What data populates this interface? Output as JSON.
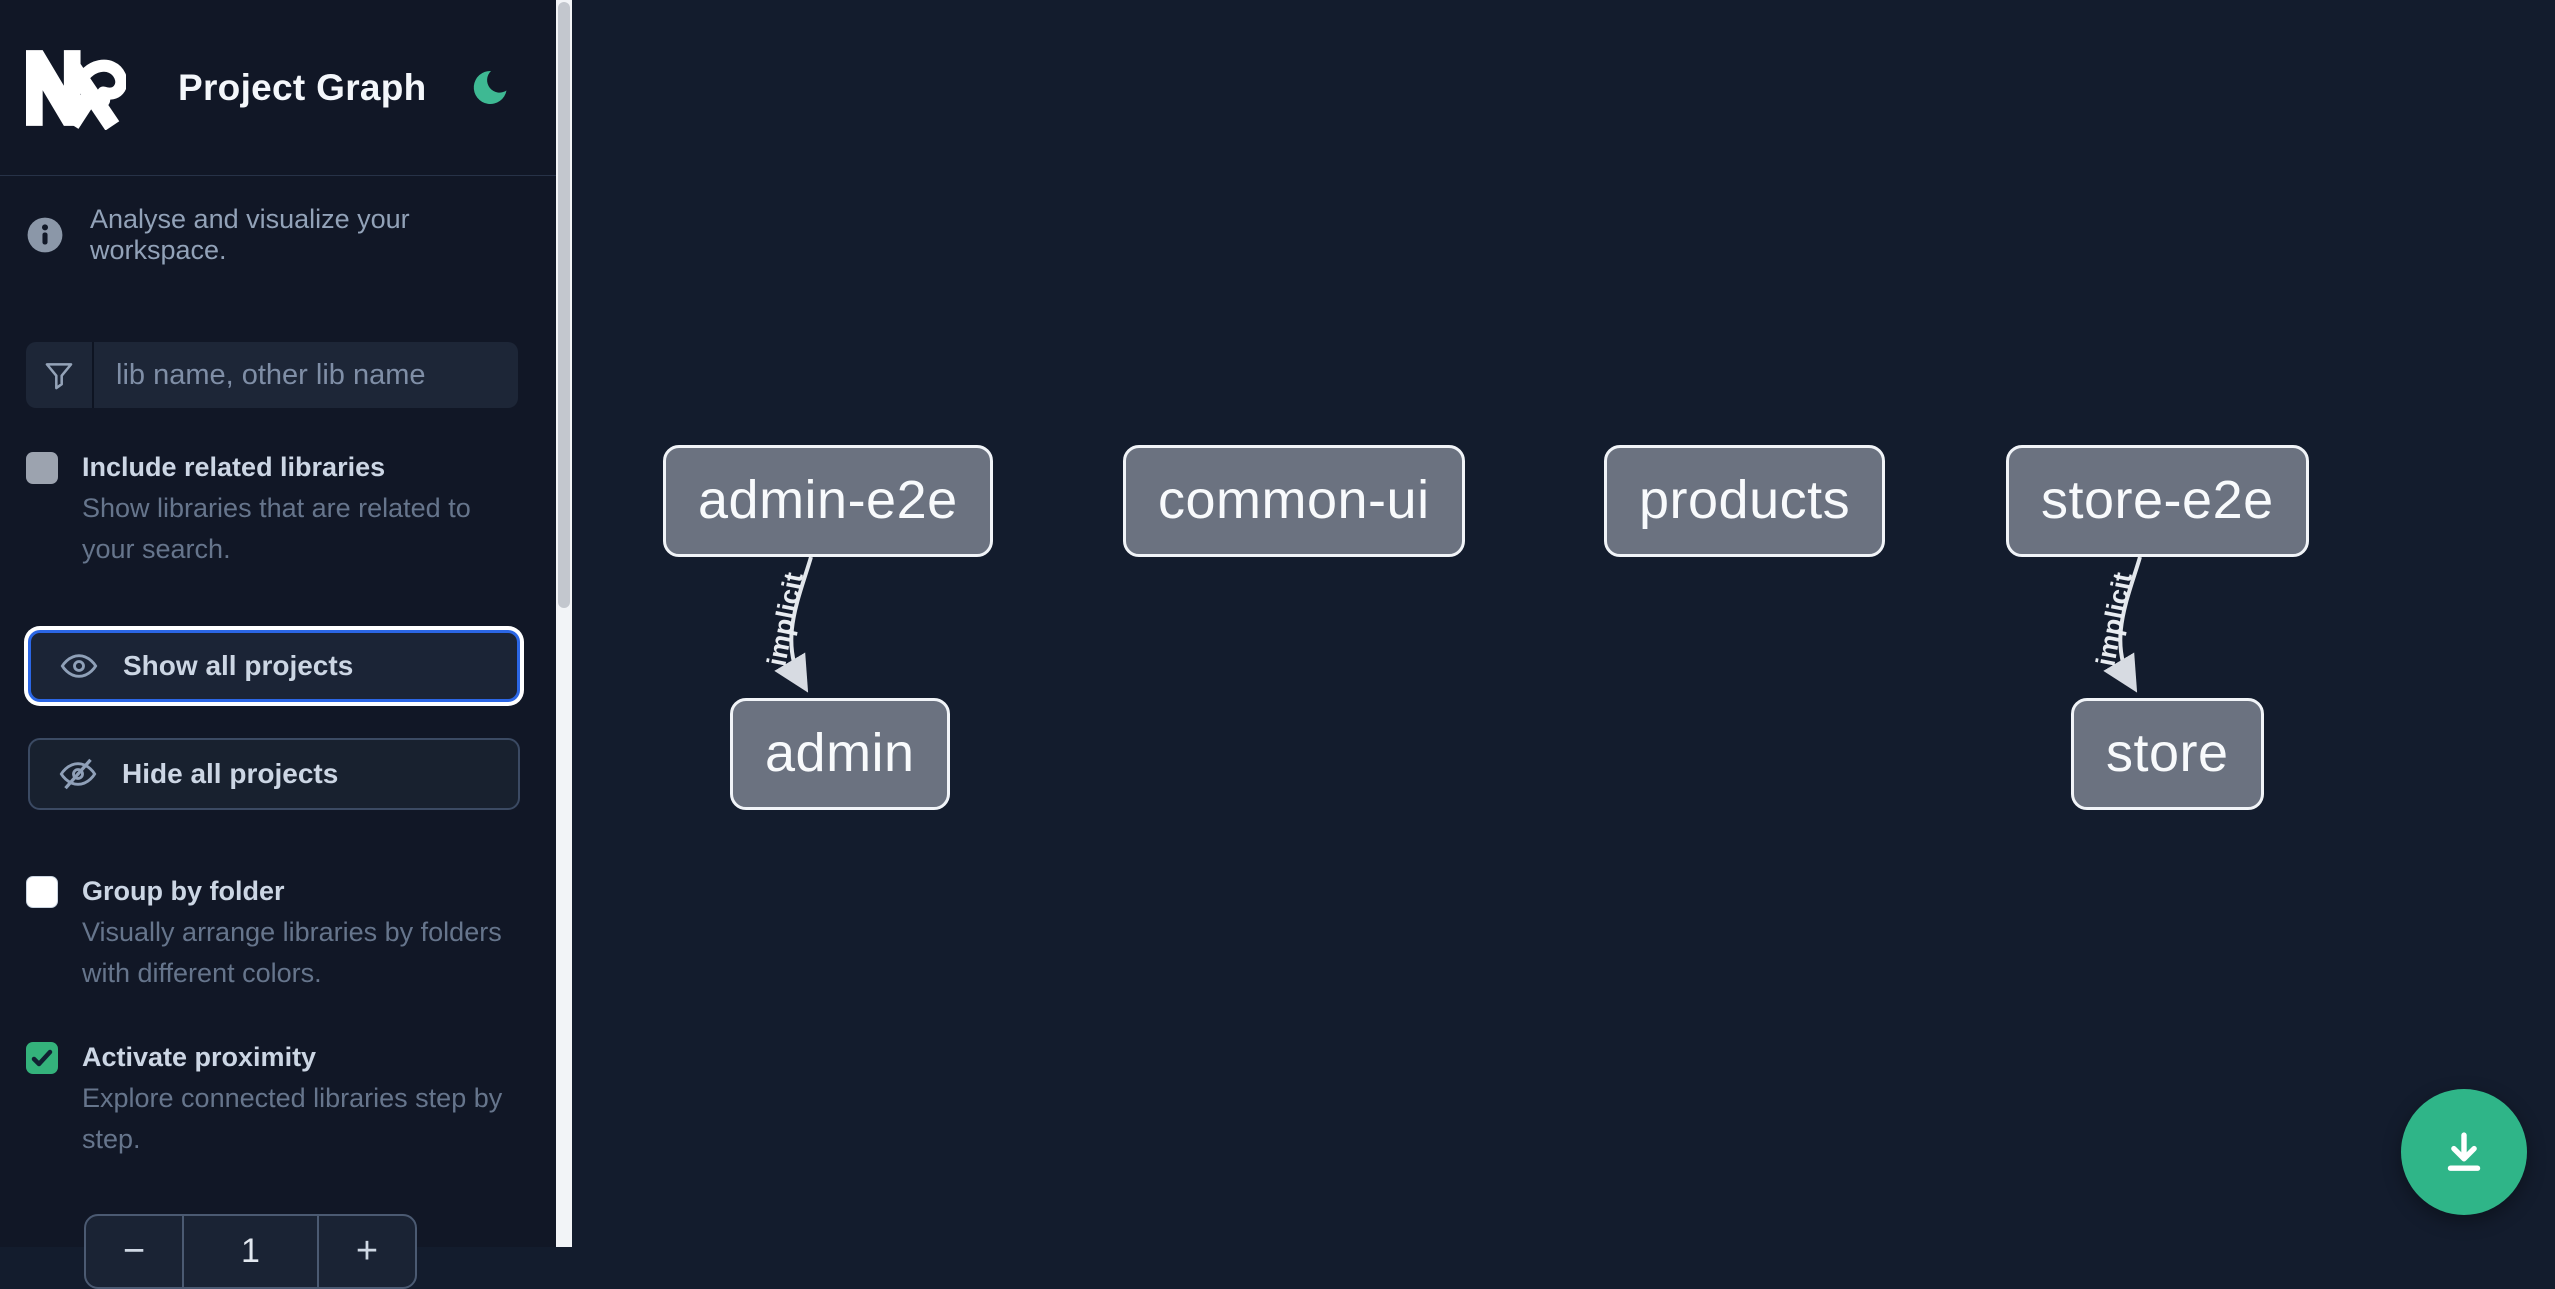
{
  "header": {
    "title": "Project Graph",
    "logo_icon": "nx-logo",
    "theme_toggle_icon": "moon-icon",
    "accent_color": "#3eb993"
  },
  "sidebar": {
    "tagline": "Analyse and visualize your workspace.",
    "filter": {
      "icon": "funnel-icon",
      "placeholder": "lib name, other lib name",
      "value": ""
    },
    "actions": [
      {
        "label": "Show all projects",
        "icon": "eye-icon",
        "focused": true
      },
      {
        "label": "Hide all projects",
        "icon": "eye-off-icon",
        "focused": false
      }
    ],
    "options": [
      {
        "label": "Include related libraries",
        "description": "Show libraries that are related to your search.",
        "checked": false,
        "checkbox_color": "#9ca3af"
      },
      {
        "label": "Group by folder",
        "description": "Visually arrange libraries by folders with different colors.",
        "checked": false,
        "checkbox_color": "#ffffff"
      },
      {
        "label": "Activate proximity",
        "description": "Explore connected libraries step by step.",
        "checked": true,
        "checkbox_color": "#34b27b"
      }
    ],
    "proximity_stepper": {
      "decrement": "−",
      "value": "1",
      "increment": "+"
    }
  },
  "graph": {
    "nodes": [
      {
        "label": "admin-e2e"
      },
      {
        "label": "common-ui"
      },
      {
        "label": "products"
      },
      {
        "label": "store-e2e"
      },
      {
        "label": "admin"
      },
      {
        "label": "store"
      }
    ],
    "edges": [
      {
        "source": "admin-e2e",
        "target": "admin",
        "label": "implicit"
      },
      {
        "source": "store-e2e",
        "target": "store",
        "label": "implicit"
      }
    ],
    "node_fill": "#6b7280",
    "node_border": "#f1f5f9",
    "edge_color": "#e2e6eb"
  },
  "fab": {
    "icon": "download-icon",
    "color": "#2fb588"
  }
}
